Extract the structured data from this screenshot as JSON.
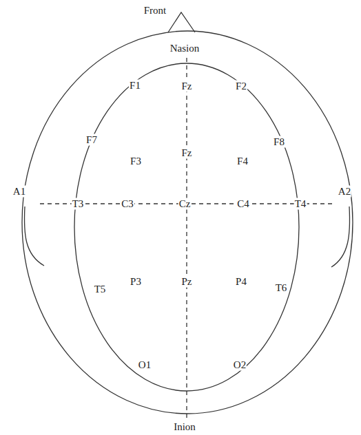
{
  "diagram": {
    "labels": [
      "Front",
      "Nasion",
      "F1",
      "Fz",
      "F2",
      "F7",
      "Fz",
      "F8",
      "F3",
      "F4",
      "A1",
      "T3",
      "C3",
      "Cz",
      "C4",
      "T4",
      "A2",
      "P3",
      "Pz",
      "P4",
      "T5",
      "T6",
      "O1",
      "O2",
      "Inion"
    ]
  }
}
